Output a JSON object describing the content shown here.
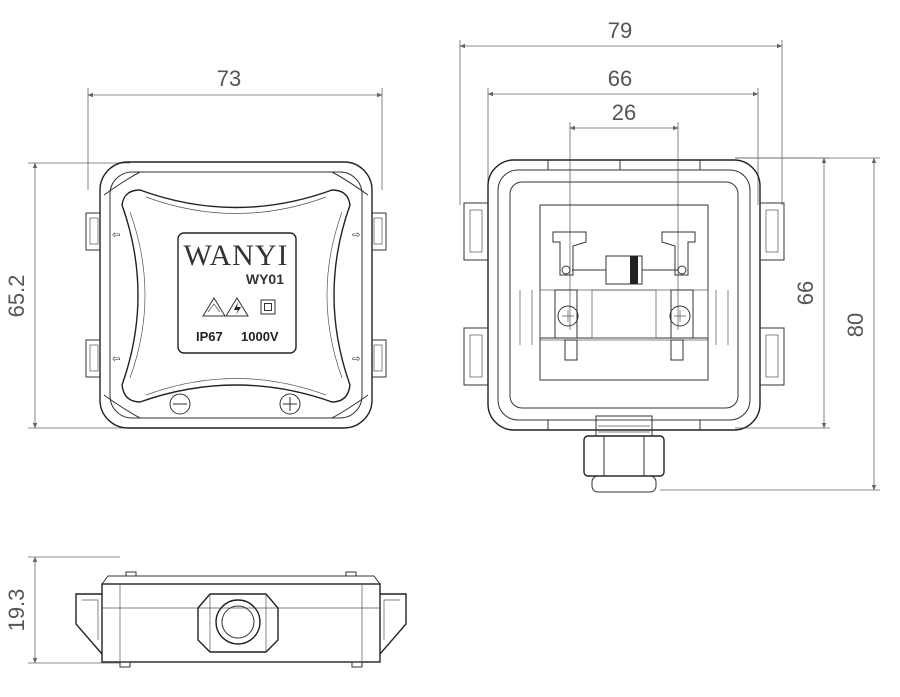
{
  "dimensions": {
    "front_width": "73",
    "front_height": "65.2",
    "back_outer_width": "79",
    "back_inner_width": "66",
    "back_terminal_spacing": "26",
    "back_inner_height": "66",
    "back_outer_height": "80",
    "side_height": "19.3"
  },
  "label": {
    "brand": "WANYI",
    "model": "WY01",
    "ip_rating": "IP67",
    "voltage": "1000V"
  },
  "symbols": {
    "polarity_negative": "minus-icon",
    "polarity_positive": "plus-icon",
    "warning": "electrical-hazard-triangle-icon",
    "manual": "read-manual-triangle-icon",
    "insulation": "double-insulation-square-icon"
  },
  "colors": {
    "line": "#222222",
    "dimension": "#666666",
    "background": "#ffffff"
  }
}
